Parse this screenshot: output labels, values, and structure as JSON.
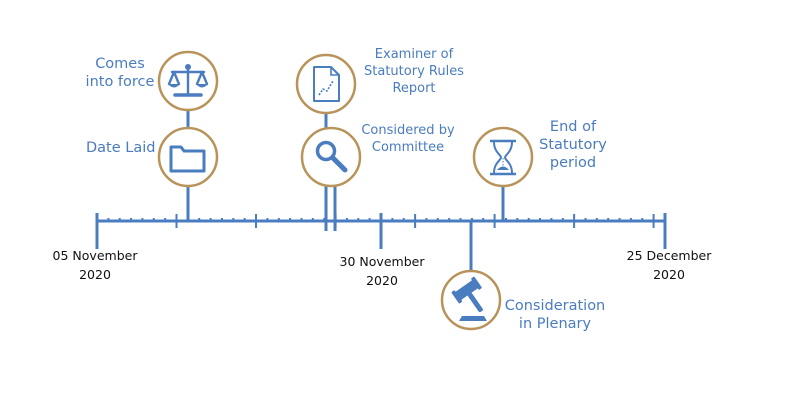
{
  "events": {
    "comes_into_force": {
      "line1": "Comes",
      "line2": "into force",
      "icon": "scales-icon"
    },
    "date_laid": {
      "label": "Date Laid",
      "icon": "folder-icon"
    },
    "examiner_report": {
      "line1": "Examiner of",
      "line2": "Statutory Rules",
      "line3": "Report",
      "icon": "report-document-icon"
    },
    "considered_committee": {
      "line1": "Considered by",
      "line2": "Committee",
      "icon": "magnifier-icon"
    },
    "end_statutory": {
      "line1": "End of",
      "line2": "Statutory",
      "line3": "period",
      "icon": "hourglass-icon"
    },
    "consideration_plenary": {
      "line1": "Consideration",
      "line2": "in Plenary",
      "icon": "gavel-icon"
    }
  },
  "dates": {
    "start": {
      "line1": "05 November",
      "line2": "2020"
    },
    "mid": {
      "line1": "30 November",
      "line2": "2020"
    },
    "end": {
      "line1": "25 December",
      "line2": "2020"
    }
  },
  "colors": {
    "timeline": "#4a7cc0",
    "circle_border": "#b8935a",
    "label_text": "#4a7cc0",
    "date_text": "#111111"
  }
}
